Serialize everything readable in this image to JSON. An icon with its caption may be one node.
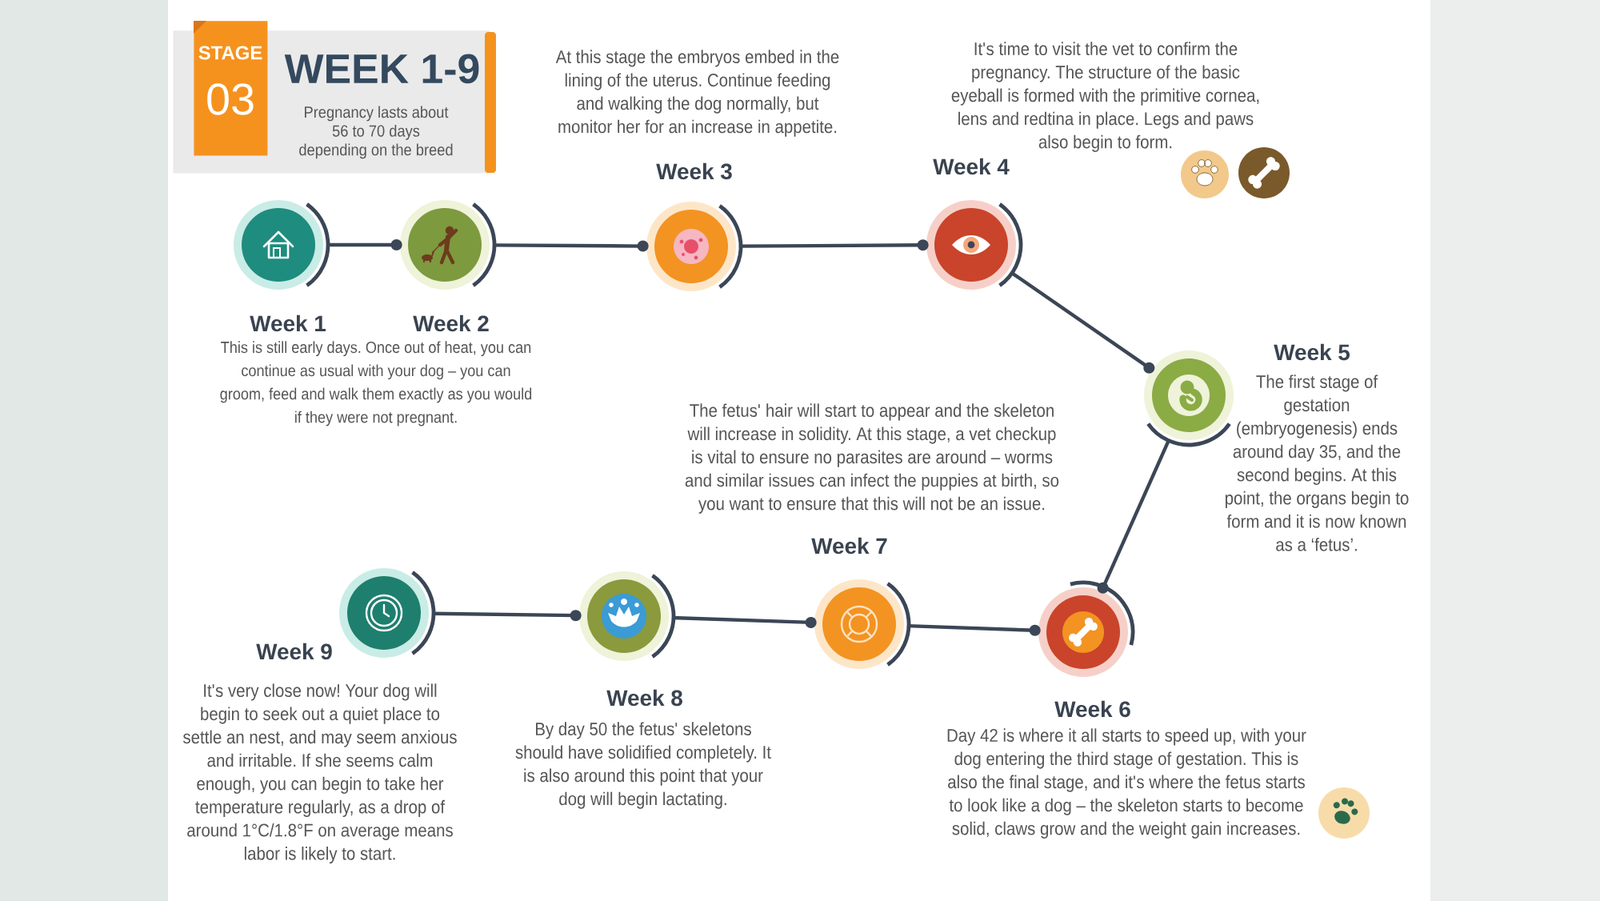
{
  "diagram": {
    "nodes": [
      {
        "text": [
          "WEEK 1-9",
          "Pregnancy lasts about 56 to 70 days depending on the breed"
        ]
      },
      {
        "text": [
          "STAGE",
          "03"
        ]
      },
      {
        "text": [
          "Week 1"
        ]
      },
      {
        "text": [
          "Week 2"
        ]
      },
      {
        "text": [
          "Week 3"
        ]
      },
      {
        "text": [
          "Week 4"
        ],
        "beside": [
          "It's time to visit the vet to confirm the pregnancy. The structure of the basic eyeball is formed with the primitive cornea, lens and redtina in place. Legs and paws also begin to form."
        ]
      },
      {
        "text": [
          "Week 5"
        ],
        "beside": [
          "The first stage of gestation (embryogenesis) ends around day 35, and the second begins. At this point, the organs begin to form and it is now known as a ‘fetus’."
        ]
      },
      {
        "text": [
          "Week 6"
        ],
        "beside": [
          "Day 42 is where it all starts to speed up, with your dog entering the third stage of gestation. This is also the final stage, and it's where the fetus starts to look like a dog – the skeleton starts to become solid, claws grow and the weight gain increases."
        ]
      },
      {
        "text": [
          "Week 7"
        ]
      },
      {
        "text": [
          "Week 8"
        ],
        "beside": [
          "By day 50 the fetus' skeletons should have solidified completely. It is also around this point that your dog will begin lactating."
        ]
      },
      {
        "text": [
          "Week 9"
        ],
        "beside": [
          "It's very close now! Your dog will begin to seek out a quiet place to settle an nest, and may seem anxious and irritable. If she seems calm enough, you can begin to take her temperature regularly, as a drop of around 1°C/1.8°F on average means labor is likely to start."
        ]
      }
    ],
    "edges": [
      {
        "from": 2,
        "to": 3,
        "arrow": "other"
      },
      {
        "from": 3,
        "to": 4,
        "arrow": "other"
      },
      {
        "from": 4,
        "to": 5,
        "arrow": "other"
      },
      {
        "from": 5,
        "to": 6,
        "arrow": "other"
      },
      {
        "from": 6,
        "to": 7,
        "arrow": "other"
      },
      {
        "from": 8,
        "to": 7,
        "arrow": "other"
      },
      {
        "from": 9,
        "to": 8,
        "arrow": "other"
      },
      {
        "from": 10,
        "to": 9,
        "arrow": "other"
      }
    ],
    "labels": [
      "At this stage the embryos embed in the lining of the uterus. Continue feeding and walking the dog normally, but monitor her for an increase in appetite.",
      "This is still early days. Once out of heat, you can continue as usual with your dog – you can groom, feed and walk them exactly as you would if they were not pregnant.",
      "The fetus' hair will start to appear and the skeleton will increase in solidity. At this stage, a vet checkup is vital to ensure no parasites are around – worms and similar issues can infect the puppies at birth, so you want to ensure that this will not be an issue."
    ]
  }
}
